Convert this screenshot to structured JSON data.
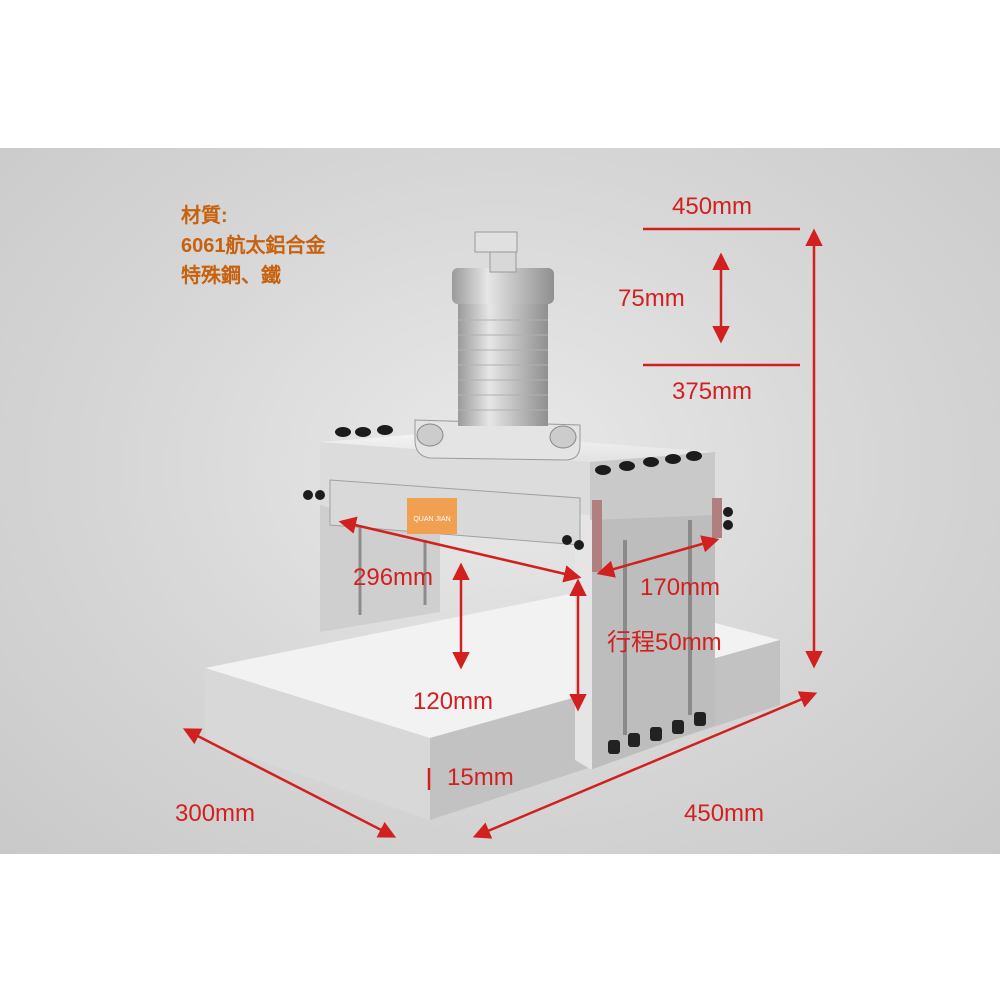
{
  "material": {
    "heading": "材質:",
    "line1": "6061航太鋁合金",
    "line2": "特殊鋼、鐵"
  },
  "logo_text": "QUAN JIAN",
  "dimensions": {
    "total_height": "450mm",
    "cylinder_height": "75mm",
    "lower_height": "375mm",
    "opening_width": "296mm",
    "frame_depth": "170mm",
    "stroke": "行程50mm",
    "opening_height": "120mm",
    "plate_thickness": "15mm",
    "base_depth": "300mm",
    "base_width": "450mm"
  },
  "colors": {
    "dimension": "#d22020",
    "material": "#c8610e",
    "logo": "#f0a050"
  }
}
